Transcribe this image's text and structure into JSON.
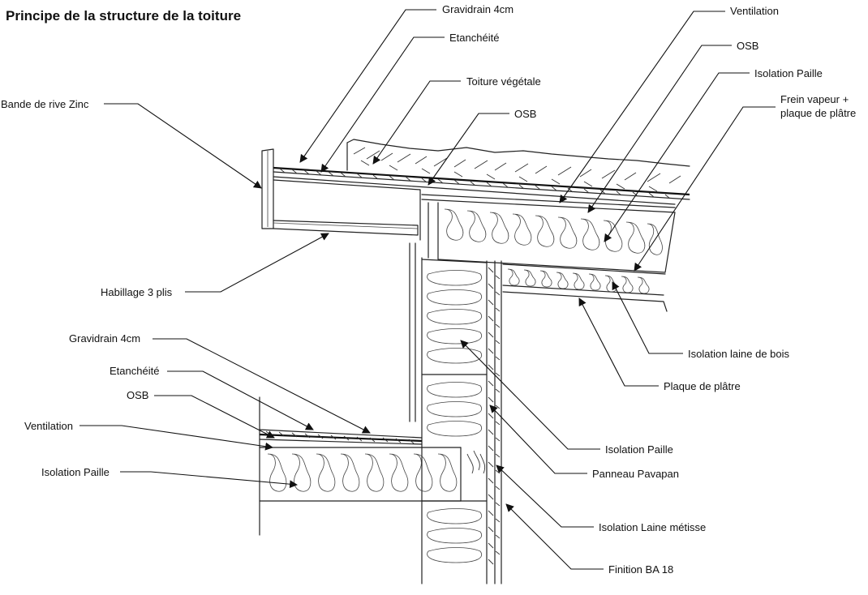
{
  "title": "Principe de la structure de la toiture",
  "labels": {
    "gravidrain_top": "Gravidrain 4cm",
    "etancheite_top": "Etanchéité",
    "toiture_vegetale": "Toiture végétale",
    "osb_top": "OSB",
    "bande_rive": "Bande de rive Zinc",
    "habillage": "Habillage 3 plis",
    "ventilation_right": "Ventilation",
    "osb_right": "OSB",
    "isolation_paille_right": "Isolation Paille",
    "frein_vapeur_1": "Frein vapeur +",
    "frein_vapeur_2": "plaque de plâtre",
    "isolation_laine_bois": "Isolation laine de bois",
    "plaque_platre": "Plaque de plâtre",
    "isolation_paille_wall": "Isolation Paille",
    "panneau_pavapan": "Panneau Pavapan",
    "isolation_laine_metisse": "Isolation Laine métisse",
    "finition_ba18": "Finition BA 18",
    "gravidrain_low": "Gravidrain 4cm",
    "etancheite_low": "Etanchéité",
    "osb_low": "OSB",
    "ventilation_low": "Ventilation",
    "isolation_paille_low": "Isolation Paille"
  },
  "colors": {
    "ink": "#111111",
    "background": "#ffffff"
  }
}
